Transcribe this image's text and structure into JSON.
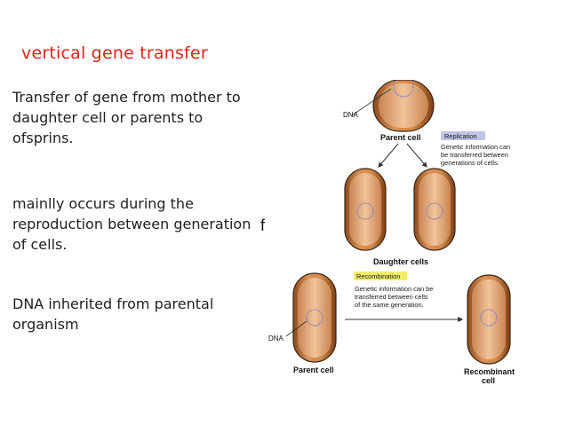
{
  "slide": {
    "title": "vertical gene transfer",
    "paragraph1": "Transfer of gene from mother to daughter cell or parents to ofsprins.",
    "paragraph2": "mainlly occurs  during the reproduction between generation of cells.",
    "paragraph3": "DNA inherited from parental organism",
    "stray_char": "f"
  },
  "diagram": {
    "dna_label_top": "DNA",
    "parent_cell_top": "Parent cell",
    "replication_tag": "Replication",
    "replication_desc": [
      "Genetic information can",
      "be transferred between",
      "generations of cells."
    ],
    "daughter_cells": "Daughter cells",
    "recombination_tag": "Recombination",
    "recombination_desc": [
      "Genetic information can be",
      "transferred between cells",
      "of the same generation."
    ],
    "dna_label_bottom": "DNA",
    "parent_cell_bottom": "Parent cell",
    "recombinant_cell": [
      "Recombinant",
      "cell"
    ],
    "colors": {
      "title": "#e2231a",
      "cell_fill": "#c97a3c",
      "cell_outline": "#3a2412",
      "dna": "#8d7fc2",
      "replication_tag_bg": "#bfc6e8",
      "recombination_tag_bg": "#f3ee6a"
    }
  }
}
